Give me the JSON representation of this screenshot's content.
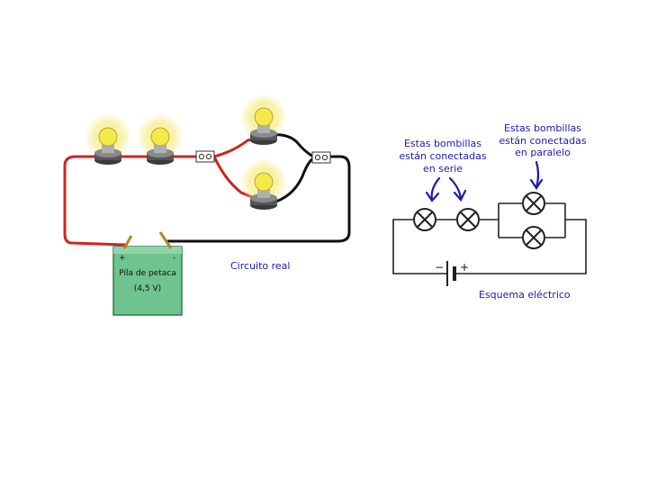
{
  "real_circuit": {
    "battery": {
      "label_line1": "Pila de petaca",
      "label_line2": "(4,5 V)",
      "plus": "+",
      "minus": "-"
    },
    "caption": "Circuito real"
  },
  "schematic": {
    "series_note": {
      "line1": "Estas bombillas",
      "line2": "están conectadas",
      "line3": "en serie"
    },
    "parallel_note": {
      "line1": "Estas bombillas",
      "line2": "están conectadas",
      "line3": "en paralelo"
    },
    "battery_minus": "−",
    "battery_plus": "+",
    "caption": "Esquema eléctrico"
  },
  "colors": {
    "wire_red": "#d0231f",
    "wire_black": "#111111",
    "battery_green": "#6fc38e",
    "annotation_blue": "#1b1bb3",
    "bulb_glow": "#f6ef9a",
    "bulb_glass": "#f4e94a"
  }
}
